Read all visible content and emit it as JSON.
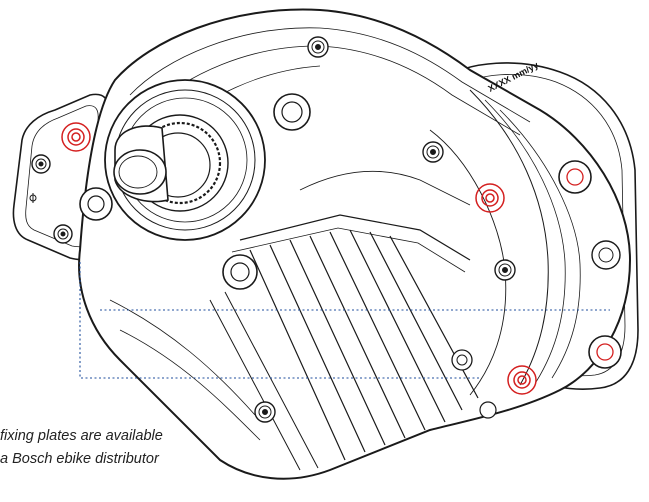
{
  "diagram": {
    "serial_label": "XXXX mm/yy",
    "note_line1": "fixing plates are available",
    "note_line2": "a Bosch ebike distributor"
  },
  "colors": {
    "outline": "#1a1a1a",
    "highlight": "#d41f1f",
    "dotted_guide": "#1f4e9c"
  }
}
